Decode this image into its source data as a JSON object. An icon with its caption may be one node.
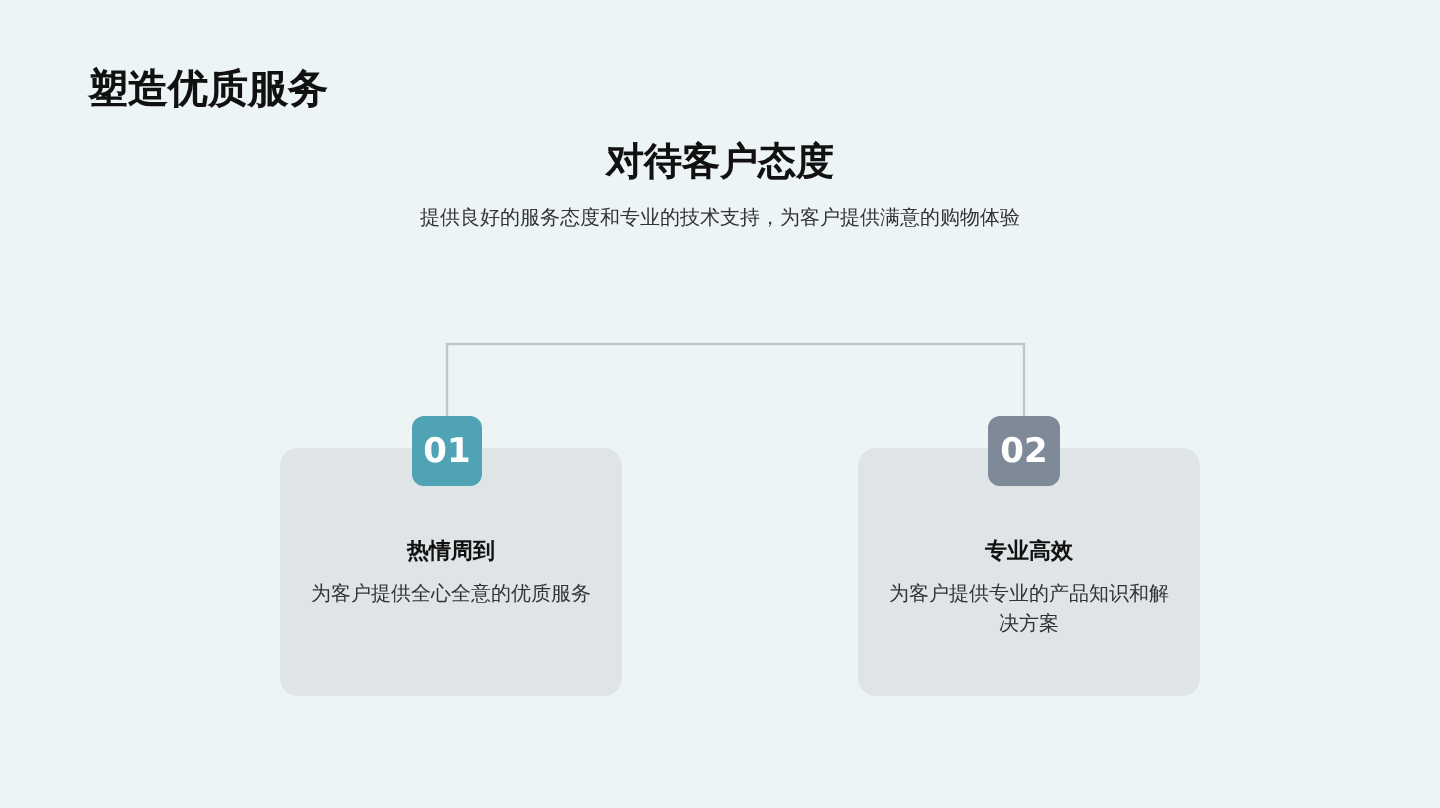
{
  "diagram": {
    "title": "塑造优质服务",
    "nodes": [
      {
        "text": [
          "01"
        ]
      },
      {
        "text": [
          "热情周到",
          "为客户提供全心全意的优质服务"
        ]
      },
      {
        "text": [
          "02"
        ]
      },
      {
        "text": [
          "专业高效",
          "为客户提供专业的产品知识和解决方案"
        ]
      }
    ],
    "edges": [
      {
        "from": 0,
        "to": 2,
        "arrow": "none"
      }
    ],
    "labels": [
      "对待客户态度",
      "提供良好的服务态度和专业的技术支持，为客户提供满意的购物体验"
    ]
  }
}
